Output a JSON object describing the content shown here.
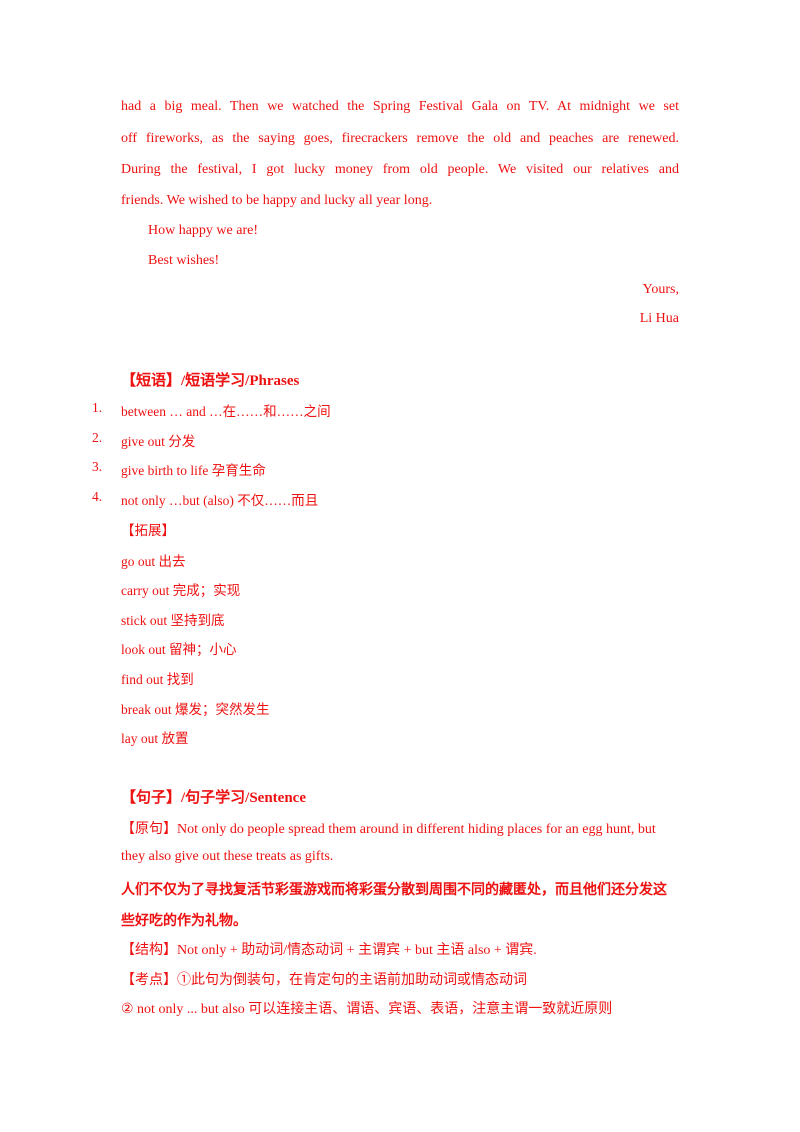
{
  "letter": {
    "lines": [
      "had  a  big  meal.  Then  we  watched  the  Spring  Festival  Gala  on  TV.  At  midnight  we  set",
      "off  fireworks,  as  the  saying  goes,  firecrackers  remove  the  old  and  peaches  are  renewed.",
      "During  the  festival,  I  got  lucky  money  from  old  people.  We  visited  our  relatives  and",
      "friends.  We  wished  to  be  happy  and  lucky  all  year  long."
    ],
    "exclaim": "How  happy  we  are!",
    "wishes": "Best wishes!",
    "closing": "Yours,",
    "signature": "Li Hua"
  },
  "phrases": {
    "heading": "【短语】/短语学习/Phrases",
    "items": [
      {
        "num": "1.",
        "text": "between … and …在……和……之间"
      },
      {
        "num": "2.",
        "text": "give out  分发"
      },
      {
        "num": "3.",
        "text": "give birth to life  孕育生命"
      },
      {
        "num": "4.",
        "text": "not only …but (also)  不仅……而且"
      }
    ],
    "extend_label": "【拓展】",
    "extend_items": [
      "go out 出去",
      "carry out 完成；实现",
      "stick out 坚持到底",
      "look out 留神；小心",
      "find out 找到",
      "break out 爆发；突然发生",
      "lay  out  放置"
    ]
  },
  "sentence": {
    "heading": "【句子】/句子学习/Sentence",
    "original_line1": "【原句】Not only  do  people spread them around in different hiding places for an egg hunt, but",
    "original_line2": "they also give out these treats as  gifts.",
    "translation_line1": "人们不仅为了寻找复活节彩蛋游戏而将彩蛋分散到周围不同的藏匿处，而且他们还分发这",
    "translation_line2": "些好吃的作为礼物。",
    "structure": "【结构】Not  only  +  助动词/情态动词  +  主谓宾  +  but  主语  also  +  谓宾.",
    "point1": "【考点】①此句为倒装句，在肯定句的主语前加助动词或情态动词",
    "point2": "② not  only  ...  but  also  可以连接主语、谓语、宾语、表语，注意主谓一致就近原则"
  }
}
